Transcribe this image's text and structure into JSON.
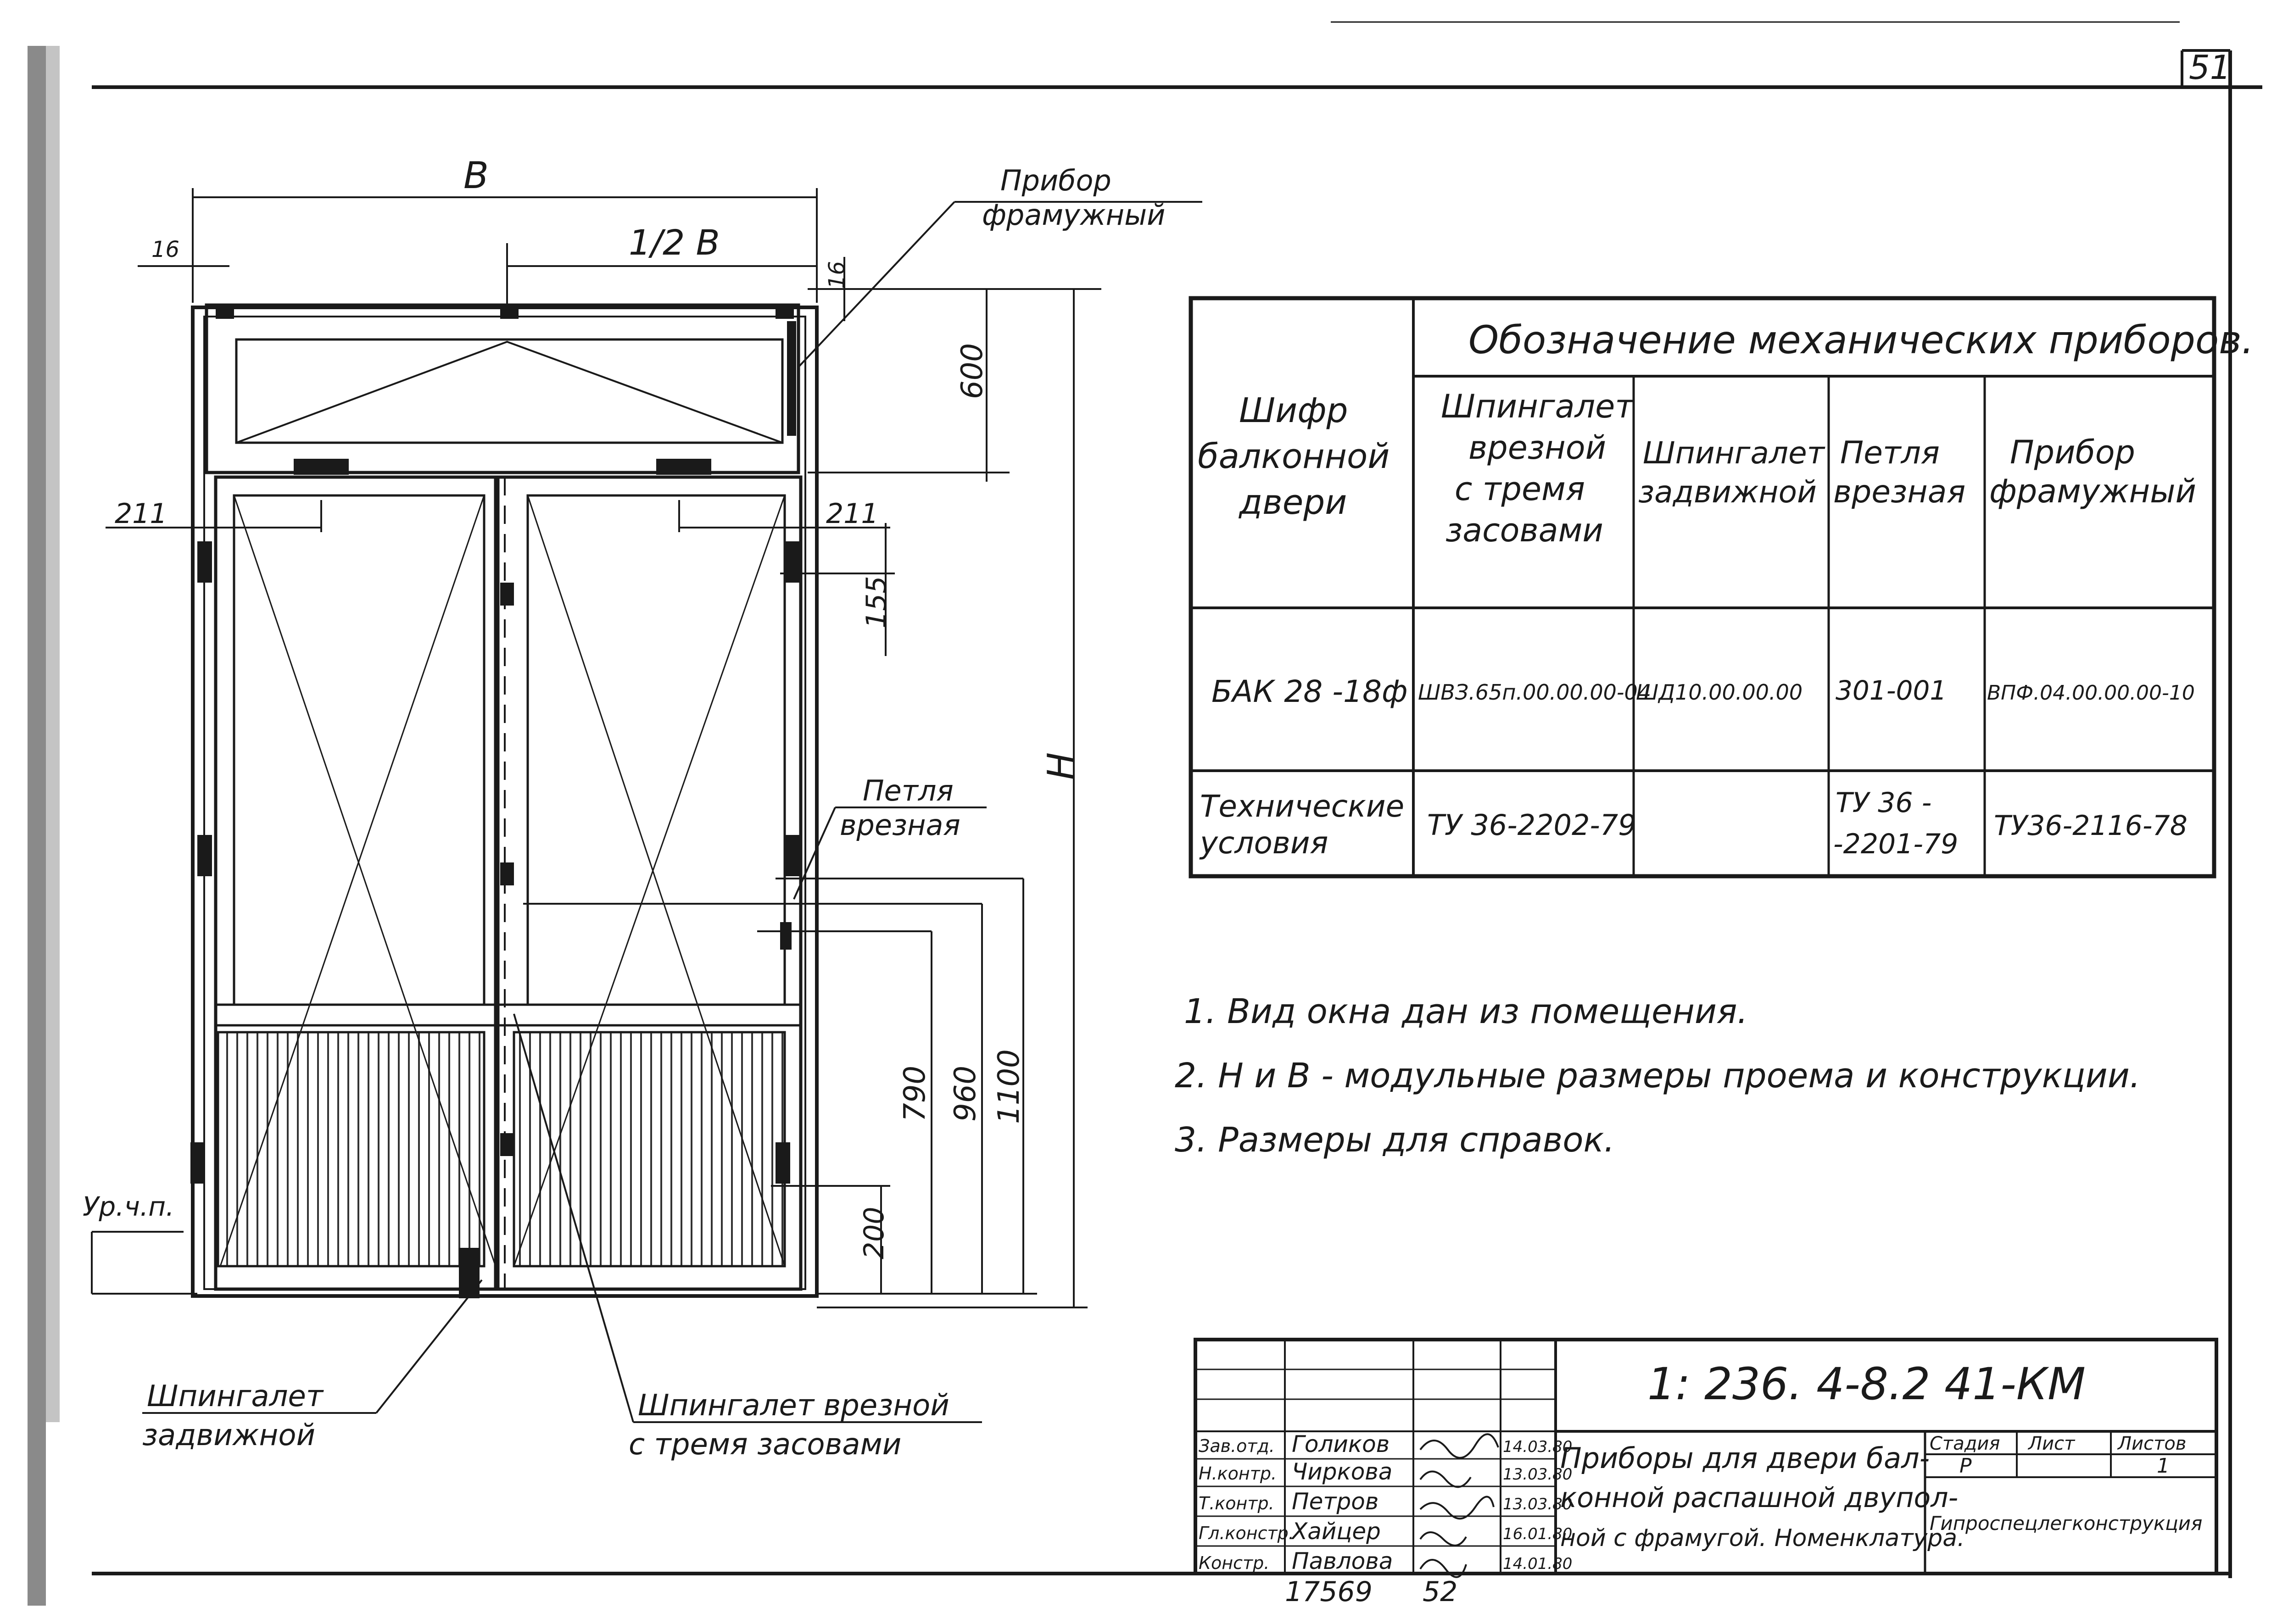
{
  "sheet": {
    "number": "51",
    "drawing_code": "1: 236. 4-8.2    41-КМ",
    "archive_number": "17569",
    "copy_number": "52"
  },
  "drawing": {
    "dim_b": "В",
    "dim_half_b": "1/2 В",
    "dim_h": "Н",
    "dim_16_left": "16",
    "dim_16_right": "16",
    "dim_600": "600",
    "dim_211_left": "211",
    "dim_211_right": "211",
    "dim_155": "155",
    "dim_790": "790",
    "dim_960": "960",
    "dim_1100": "1100",
    "dim_200": "200",
    "floor_level": "Ур.ч.п.",
    "callout_transom": [
      "Прибор",
      "фрамужный"
    ],
    "callout_hinge": [
      "Петля",
      "врезная"
    ],
    "callout_latch": [
      "Шпингалет",
      "задвижной"
    ],
    "callout_bolt": [
      "Шпингалет врезной",
      "с тремя засовами"
    ]
  },
  "table": {
    "header_group": "Обозначение механических приборов.",
    "col_code": [
      "Шифр",
      "балконной",
      "двери"
    ],
    "col_bolt": [
      "Шпингалет",
      "врезной",
      "с тремя",
      "засовами"
    ],
    "col_latch": [
      "Шпингалет",
      "задвижной"
    ],
    "col_hinge": [
      "Петля",
      "врезная"
    ],
    "col_transom": [
      "Прибор",
      "фрамужный"
    ],
    "row1": [
      "БАК 28 -18ф",
      "ШВЗ.65п.00.00.00-04",
      "ШД10.00.00.00",
      "301-001",
      "ВПФ.04.00.00.00-10"
    ],
    "row2_label": [
      "Технические",
      "условия"
    ],
    "row2_bolt": "ТУ 36-2202-79",
    "row2_hinge": [
      "ТУ 36 -",
      "-2201-79"
    ],
    "row2_transom": "ТУ36-2116-78"
  },
  "notes": [
    "1. Вид окна дан из помещения.",
    "2. Н и В - модульные размеры проема и конструкции.",
    "3. Размеры для справок."
  ],
  "title_block": {
    "roles": [
      "Зав.отд.",
      "Н.контр.",
      "Т.контр.",
      "Гл.констр.",
      "Констр."
    ],
    "names": [
      "Голиков",
      "Чиркова",
      "Петров",
      "Хайцер",
      "Павлова"
    ],
    "dates": [
      "14.03.80",
      "13.03.80",
      "13.03.80",
      "16.01.80",
      "14.01.80"
    ],
    "title_lines": [
      "Приборы для двери бал-",
      "конной распашной двупол-",
      "ной с фрамугой. Номенклатура."
    ],
    "stage_label": "Стадия",
    "sheet_label": "Лист",
    "sheets_label": "Листов",
    "stage_value": "Р",
    "sheets_value": "1",
    "organization": "Гипроспецлегконструкция"
  }
}
